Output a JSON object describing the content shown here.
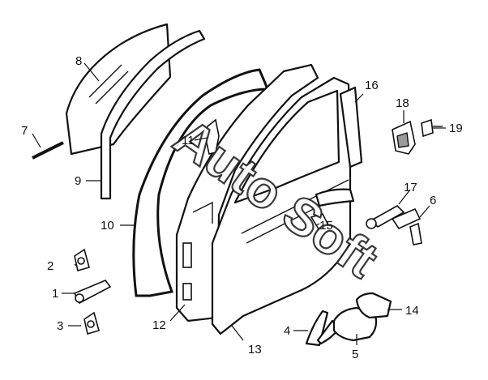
{
  "diagram": {
    "callouts": {
      "p1": "1",
      "p2": "2",
      "p3": "3",
      "p4": "4",
      "p5": "5",
      "p6": "6",
      "p7": "7",
      "p8": "8",
      "p9": "9",
      "p10": "10",
      "p11": "11",
      "p12": "12",
      "p13": "13",
      "p14": "14",
      "p15": "15",
      "p16": "16",
      "p17": "17",
      "p18": "18",
      "p19": "19"
    },
    "watermark": "Auto Soft"
  }
}
